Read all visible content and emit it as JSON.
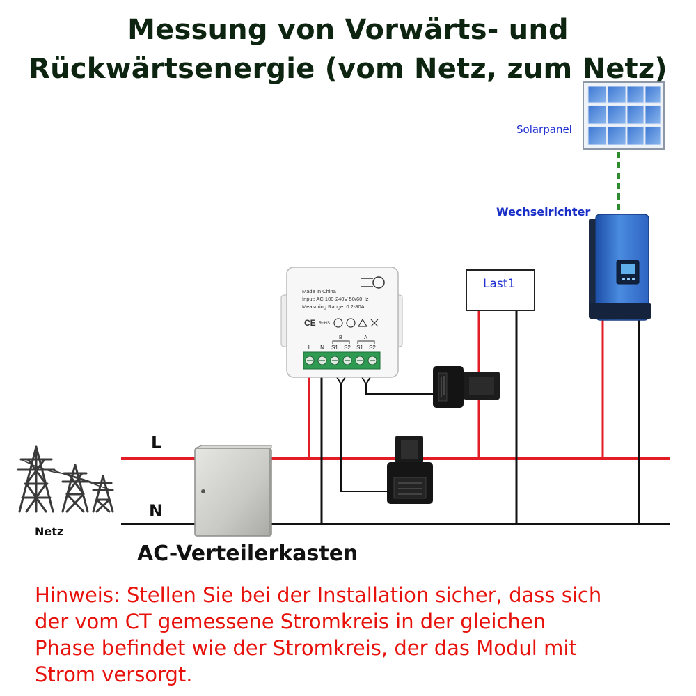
{
  "title": {
    "line1": "Messung von Vorwärts- und",
    "line2": "Rückwärtsenergie (vom Netz, zum Netz)"
  },
  "labels": {
    "solar": "Solarpanel",
    "inverter": "Wechselrichter",
    "load": "Last1",
    "phase_l": "L",
    "phase_n": "N",
    "grid": "Netz",
    "distribution_box": "AC-Verteilerkasten"
  },
  "module": {
    "made_in": "Made In China",
    "input": "Input: AC 100-240V 50/60Hz",
    "range": "Measuring Range: 0.2-80A",
    "cert_ce": "CE",
    "cert_rohs": "RoHS",
    "terminal_labels": [
      "L",
      "N",
      "S1",
      "S2",
      "S1",
      "S2"
    ],
    "channel_b": "B",
    "channel_a": "A"
  },
  "note": {
    "lines": [
      "Hinweis: Stellen Sie bei der Installation sicher, dass sich",
      "der vom CT gemessene Stromkreis in der gleichen",
      "Phase befindet wie der Stromkreis, der das Modul mit",
      "Strom versorgt."
    ]
  },
  "colors": {
    "live_wire": "#e31d25",
    "neutral_wire": "#111111",
    "dc_link": "#2e8b2e",
    "inverter_body": "#3f7fd6",
    "title": "#0d2410",
    "label_blue": "#1f2fd0",
    "note": "#e8120c"
  },
  "icons": [
    "power-tower-icon",
    "solar-panel-icon",
    "inverter-icon",
    "ct-clamp-icon",
    "energy-meter-module-icon"
  ]
}
